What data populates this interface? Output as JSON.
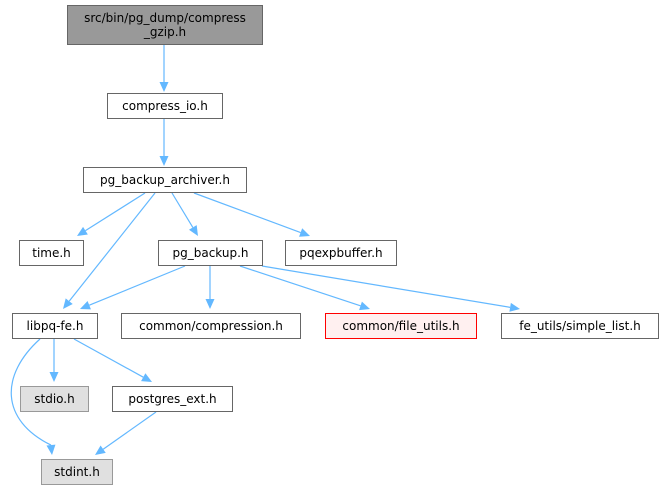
{
  "graph": {
    "nodes": {
      "root": {
        "label": "src/bin/pg_dump/compress\n_gzip.h",
        "style": "root"
      },
      "compress_io": {
        "label": "compress_io.h",
        "style": "normal"
      },
      "archiver": {
        "label": "pg_backup_archiver.h",
        "style": "normal"
      },
      "time": {
        "label": "time.h",
        "style": "normal"
      },
      "pg_backup": {
        "label": "pg_backup.h",
        "style": "normal"
      },
      "pqexpbuffer": {
        "label": "pqexpbuffer.h",
        "style": "normal"
      },
      "libpq": {
        "label": "libpq-fe.h",
        "style": "normal"
      },
      "compression": {
        "label": "common/compression.h",
        "style": "normal"
      },
      "file_utils": {
        "label": "common/file_utils.h",
        "style": "missing"
      },
      "simple_list": {
        "label": "fe_utils/simple_list.h",
        "style": "normal"
      },
      "stdio": {
        "label": "stdio.h",
        "style": "ext"
      },
      "postgres_ext": {
        "label": "postgres_ext.h",
        "style": "normal"
      },
      "stdint": {
        "label": "stdint.h",
        "style": "ext"
      }
    },
    "edges": [
      [
        "root",
        "compress_io"
      ],
      [
        "compress_io",
        "archiver"
      ],
      [
        "archiver",
        "time"
      ],
      [
        "archiver",
        "libpq"
      ],
      [
        "archiver",
        "pg_backup"
      ],
      [
        "archiver",
        "pqexpbuffer"
      ],
      [
        "pg_backup",
        "libpq"
      ],
      [
        "pg_backup",
        "compression"
      ],
      [
        "pg_backup",
        "file_utils"
      ],
      [
        "pg_backup",
        "simple_list"
      ],
      [
        "libpq",
        "stdio"
      ],
      [
        "libpq",
        "postgres_ext"
      ],
      [
        "libpq",
        "stdint"
      ],
      [
        "postgres_ext",
        "stdint"
      ]
    ],
    "colors": {
      "edge": "#63b8ff"
    }
  }
}
